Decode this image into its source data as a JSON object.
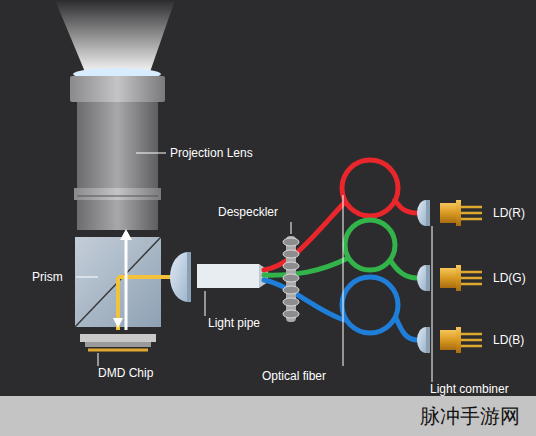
{
  "diagram": {
    "labels": [
      "Projection Lens",
      "Despeckler",
      "Prism",
      "LD(R)",
      "LD(G)",
      "Light pipe",
      "Optical fiber",
      "LD(B)",
      "DMD Chip",
      "Light combiner",
      "脉冲手游网"
    ]
  }
}
